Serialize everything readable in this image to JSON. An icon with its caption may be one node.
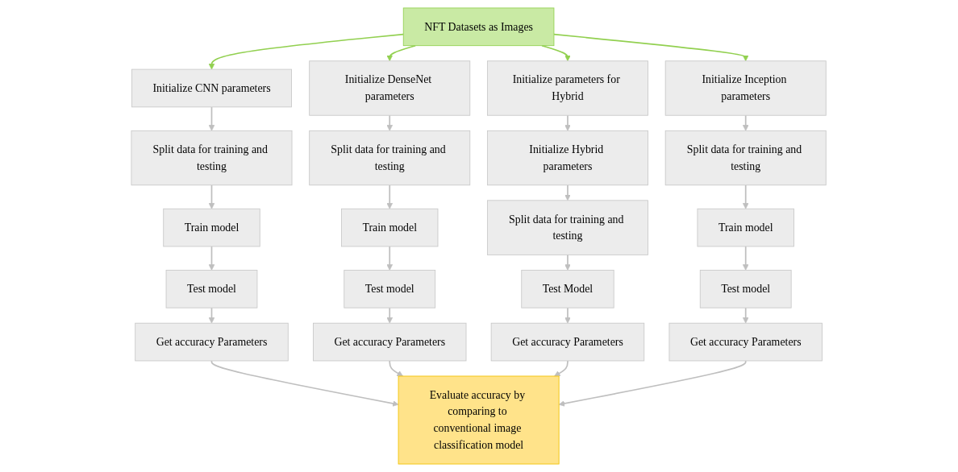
{
  "diagram": {
    "nodes": [
      {
        "text": [
          "NFT Datasets as Images"
        ]
      },
      {
        "text": [
          "Initialize CNN parameters"
        ]
      },
      {
        "text": [
          "Split data for training and testing"
        ]
      },
      {
        "text": [
          "Train model"
        ]
      },
      {
        "text": [
          "Test model"
        ]
      },
      {
        "text": [
          "Get accuracy Parameters"
        ]
      },
      {
        "text": [
          "Initialize DenseNet parameters"
        ]
      },
      {
        "text": [
          "Split data for training and testing"
        ]
      },
      {
        "text": [
          "Train model"
        ]
      },
      {
        "text": [
          "Test model"
        ]
      },
      {
        "text": [
          "Get accuracy Parameters"
        ]
      },
      {
        "text": [
          "Initialize parameters for Hybrid"
        ]
      },
      {
        "text": [
          "Initialize Hybrid parameters"
        ]
      },
      {
        "text": [
          "Split data for training and testing"
        ]
      },
      {
        "text": [
          "Test Model"
        ]
      },
      {
        "text": [
          "Get accuracy Parameters"
        ]
      },
      {
        "text": [
          "Initialize Inception parameters"
        ]
      },
      {
        "text": [
          "Split data for training and testing"
        ]
      },
      {
        "text": [
          "Train model"
        ]
      },
      {
        "text": [
          "Test model"
        ]
      },
      {
        "text": [
          "Get accuracy Parameters"
        ]
      },
      {
        "text": [
          "Evaluate accuracy by comparing to conventional image classification model"
        ]
      }
    ],
    "edges": [
      {
        "from": 0,
        "to": 1,
        "arrow": "to",
        "color": "#92d050"
      },
      {
        "from": 0,
        "to": 6,
        "arrow": "to",
        "color": "#92d050"
      },
      {
        "from": 0,
        "to": 11,
        "arrow": "to",
        "color": "#92d050"
      },
      {
        "from": 0,
        "to": 16,
        "arrow": "to",
        "color": "#92d050"
      },
      {
        "from": 1,
        "to": 2,
        "arrow": "to"
      },
      {
        "from": 2,
        "to": 3,
        "arrow": "to"
      },
      {
        "from": 3,
        "to": 4,
        "arrow": "to"
      },
      {
        "from": 4,
        "to": 5,
        "arrow": "to"
      },
      {
        "from": 6,
        "to": 7,
        "arrow": "to"
      },
      {
        "from": 7,
        "to": 8,
        "arrow": "to"
      },
      {
        "from": 8,
        "to": 9,
        "arrow": "to"
      },
      {
        "from": 9,
        "to": 10,
        "arrow": "to"
      },
      {
        "from": 11,
        "to": 12,
        "arrow": "to"
      },
      {
        "from": 12,
        "to": 13,
        "arrow": "to"
      },
      {
        "from": 13,
        "to": 14,
        "arrow": "to"
      },
      {
        "from": 14,
        "to": 15,
        "arrow": "to"
      },
      {
        "from": 16,
        "to": 17,
        "arrow": "to"
      },
      {
        "from": 17,
        "to": 18,
        "arrow": "to"
      },
      {
        "from": 18,
        "to": 19,
        "arrow": "to"
      },
      {
        "from": 19,
        "to": 20,
        "arrow": "to"
      },
      {
        "from": 5,
        "to": 21,
        "arrow": "to"
      },
      {
        "from": 10,
        "to": 21,
        "arrow": "to"
      },
      {
        "from": 15,
        "to": 21,
        "arrow": "to"
      },
      {
        "from": 20,
        "to": 21,
        "arrow": "to"
      }
    ]
  }
}
